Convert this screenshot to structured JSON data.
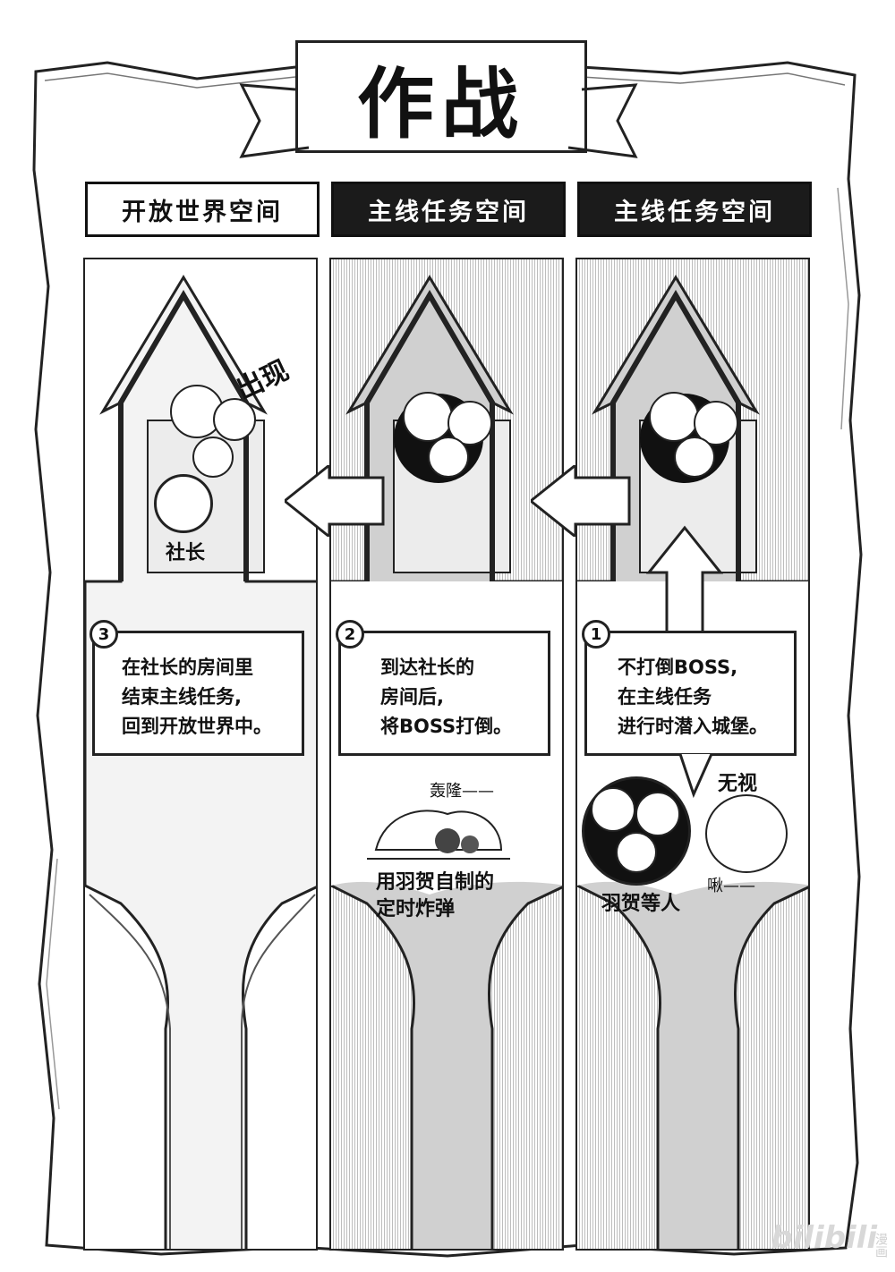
{
  "title": "作战",
  "columns": [
    {
      "header": "开放世界空间",
      "step": "3",
      "lines": [
        "在社长的房间里",
        "结束主线任务,",
        "回到开放世界中。"
      ],
      "label": "社长",
      "sfx": "出现"
    },
    {
      "header": "主线任务空间",
      "step": "2",
      "lines": [
        "到达社长的",
        "房间后,",
        "将BOSS打倒。"
      ],
      "sfx": "轰隆——",
      "caption": [
        "用羽贺自制的",
        "定时炸弹"
      ]
    },
    {
      "header": "主线任务空间",
      "step": "1",
      "lines": [
        "不打倒BOSS,",
        "在主线任务",
        "进行时潜入城堡。"
      ],
      "label": "羽贺等人",
      "ignore": "无视",
      "sfx": "啾——"
    }
  ],
  "watermark": "bilibili",
  "watermark_sub": "漫画"
}
